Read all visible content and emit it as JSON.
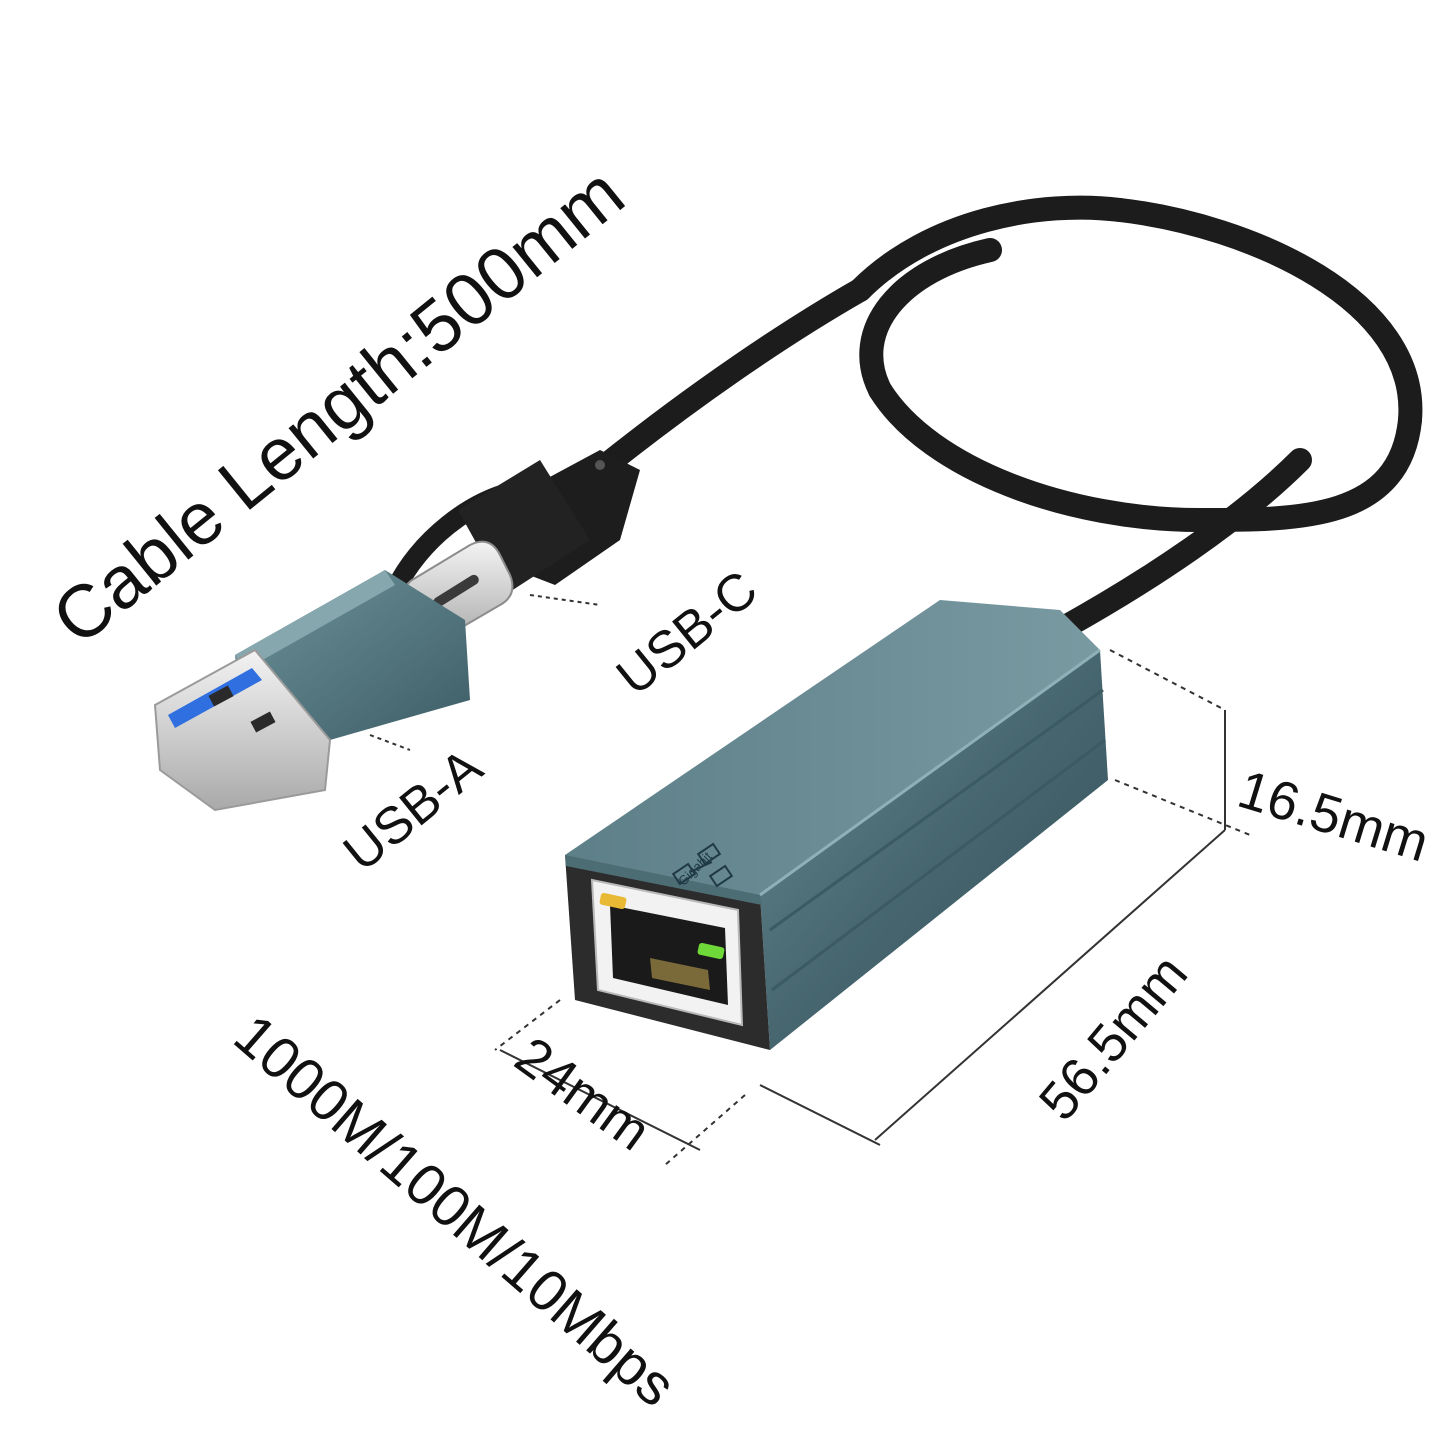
{
  "labels": {
    "cable_length": "Cable Length:500mm",
    "usb_c": "USB-C",
    "usb_a": "USB-A",
    "height": "16.5mm",
    "length": "56.5mm",
    "width": "24mm",
    "speed": "1000M/100M/10Mbps"
  },
  "device": {
    "port_marking": "Gigabit"
  },
  "colors": {
    "body": "#3f5f68",
    "body_light": "#5c8089",
    "cable": "#1c1c1c",
    "text": "#111111",
    "usb_blue": "#2f6fe0",
    "led_yellow": "#e8b935",
    "led_green": "#6fd93a"
  },
  "icons": {
    "port_icon": "network-icon"
  }
}
